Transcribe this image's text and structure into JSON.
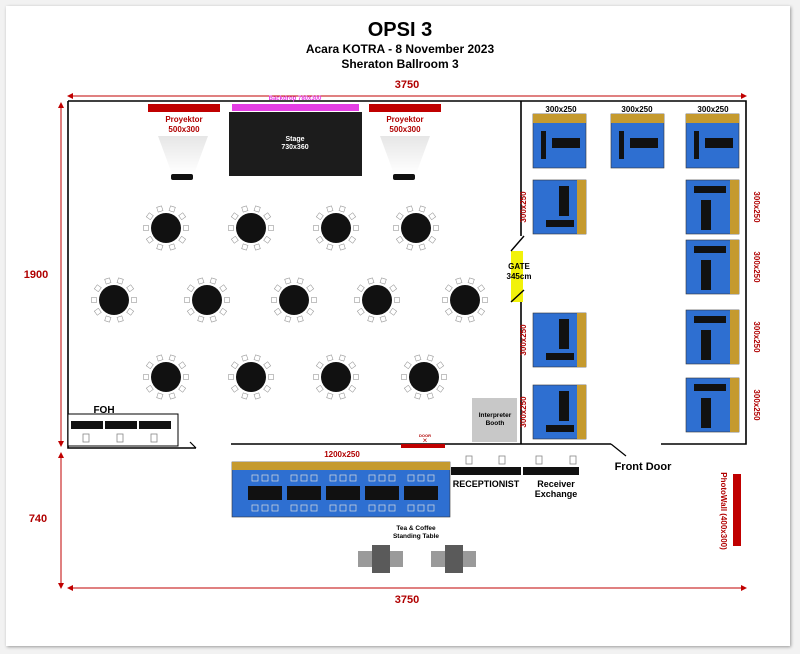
{
  "header": {
    "title": "OPSI 3",
    "subtitle": "Acara KOTRA - 8 November 2023",
    "venue": "Sheraton Ballroom 3"
  },
  "dimensions": {
    "top_width": "3750",
    "bottom_width": "3750",
    "room_height": "1900",
    "lower_height": "740"
  },
  "stage": {
    "backdrop": "Backdrop 780x300",
    "stage_label_1": "Stage",
    "stage_label_2": "730x360",
    "projector_left_1": "Proyektor",
    "projector_left_2": "500x300",
    "projector_right_1": "Proyektor",
    "projector_right_2": "500x300"
  },
  "booths": {
    "top": [
      "300x250",
      "300x250",
      "300x250"
    ],
    "left_col": [
      "300x250",
      "300x250",
      "300x250"
    ],
    "right_col": [
      "300x250",
      "300x250",
      "300x250",
      "300x250"
    ]
  },
  "gate": {
    "line1": "GATE",
    "line2": "345cm"
  },
  "foh": "FOH",
  "interpreter": {
    "line1": "Interpreter",
    "line2": "Booth"
  },
  "door_small": "DOOR",
  "front_door": "Front Door",
  "registration": "1200x250",
  "receptionist": "RECEPTIONIST",
  "receiver": {
    "line1": "Receiver",
    "line2": "Exchange"
  },
  "tea": {
    "line1": "Tea & Coffee",
    "line2": "Standing Table"
  },
  "photowall": "PhotoWall (400x300)",
  "colors": {
    "booth_blue": "#2e6fd1",
    "booth_gold": "#c59a2e",
    "accent_red": "#c00000",
    "magenta": "#e43ee4",
    "gate_yellow": "#f2f20a"
  }
}
